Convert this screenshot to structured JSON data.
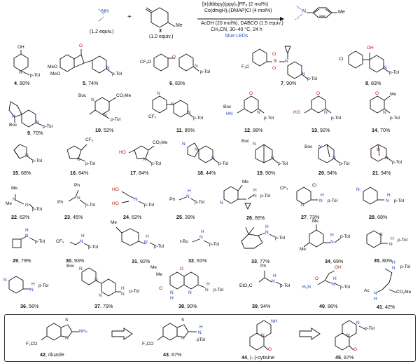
{
  "header": {
    "amine_equiv": "(1.2 equiv.)",
    "ketone_number": "3",
    "ketone_equiv": "(1.0 equiv.)",
    "plus": "+",
    "conditions_line1": "[Ir(dtbbpy)(ppy)₂]PF₆ (2 mol%)",
    "conditions_line2": "Co(dmgH)₂(DMAP)Cl (4 mol%)",
    "conditions_line3": "AcOH (20 mol%), DABCO (1.5 equiv.)",
    "conditions_line4": "CH₃CN, 30–40 °C, 24 h",
    "conditions_line5": "blue LEDs",
    "me_label": "Me",
    "nh_label": "NH",
    "n_label": "N"
  },
  "compounds": [
    {
      "num": "4",
      "yield": "80%",
      "frag": [
        "OH",
        "N",
        "p-Tol"
      ]
    },
    {
      "num": "5",
      "yield": "74%",
      "frag": [
        "O",
        "MeO",
        "MeO",
        "N",
        "p-Tol"
      ]
    },
    {
      "num": "6",
      "yield": "83%",
      "frag": [
        "CF₃O",
        "O",
        "N",
        "p-Tol"
      ]
    },
    {
      "num": "7",
      "yield": "90%",
      "frag": [
        "F₃C",
        "S",
        "O",
        "O",
        "N",
        "N",
        "p-Tol"
      ]
    },
    {
      "num": "8",
      "yield": "83%",
      "frag": [
        "Cl",
        "OH",
        "N",
        "p-Tol"
      ]
    },
    {
      "num": "9",
      "yield": "70%",
      "frag": [
        "N",
        "Boc",
        "N",
        "p-Tol"
      ]
    },
    {
      "num": "10",
      "yield": "52%",
      "frag": [
        "Boc",
        "N",
        "CO₂Me",
        "N",
        "p-Tol"
      ]
    },
    {
      "num": "11",
      "yield": "85%",
      "frag": [
        "N",
        "CF₃",
        "N",
        "N",
        "p-Tol"
      ]
    },
    {
      "num": "12",
      "yield": "88%",
      "frag": [
        "Boc",
        "HN",
        "O",
        "N",
        "p-Tol"
      ]
    },
    {
      "num": "13",
      "yield": "92%",
      "frag": [
        "HO",
        "O",
        "N",
        "p-Tol"
      ]
    },
    {
      "num": "14",
      "yield": "70%",
      "frag": [
        "O",
        "Me",
        "N",
        "p-Tol"
      ]
    },
    {
      "num": "15",
      "yield": "68%",
      "frag": [
        "N",
        "p-Tol"
      ]
    },
    {
      "num": "16",
      "yield": "84%",
      "frag": [
        "CF₃",
        "N",
        "p-Tol"
      ]
    },
    {
      "num": "17",
      "yield": "84%",
      "frag": [
        "HO",
        "CO₂Me",
        "N",
        "p-Tol"
      ]
    },
    {
      "num": "18",
      "yield": "44%",
      "frag": [
        "N",
        "N",
        "N",
        "p-Tol"
      ]
    },
    {
      "num": "19",
      "yield": "90%",
      "frag": [
        "Boc",
        "N",
        "N",
        "p-Tol"
      ]
    },
    {
      "num": "20",
      "yield": "94%",
      "frag": [
        "Boc",
        "N",
        "N",
        "p-Tol"
      ]
    },
    {
      "num": "21",
      "yield": "94%",
      "frag": [
        "O",
        "N",
        "p-Tol"
      ]
    },
    {
      "num": "22",
      "yield": "62%",
      "frag": [
        "Me",
        "Me",
        "N",
        "N",
        "p-Tol"
      ]
    },
    {
      "num": "23",
      "yield": "45%",
      "frag": [
        "Ph",
        "Ph",
        "N",
        "p-Tol"
      ]
    },
    {
      "num": "24",
      "yield": "62%",
      "frag": [
        "HO",
        "HO",
        "N",
        "p-Tol"
      ]
    },
    {
      "num": "25",
      "yield": "39%",
      "frag": [
        "Ph",
        "H",
        "N",
        "p-Tol"
      ]
    },
    {
      "num": "26",
      "yield": "86%",
      "frag": [
        "N",
        "Me",
        "H",
        "N",
        "p-Tol"
      ]
    },
    {
      "num": "27",
      "yield": "73%",
      "frag": [
        "CF₃",
        "Cl",
        "N",
        "H",
        "N",
        "p-Tol"
      ]
    },
    {
      "num": "28",
      "yield": "68%",
      "frag": [
        "N",
        "H",
        "N",
        "p-Tol"
      ]
    },
    {
      "num": "29",
      "yield": "79%",
      "frag": [
        "H",
        "N",
        "p-Tol"
      ]
    },
    {
      "num": "30",
      "yield": "93%",
      "frag": [
        "CF₃",
        "H",
        "N",
        "p-Tol"
      ]
    },
    {
      "num": "31",
      "yield": "92%",
      "frag": [
        "Me",
        "H",
        "N",
        "p-Tol"
      ]
    },
    {
      "num": "32",
      "yield": "91%",
      "frag": [
        "t-Bu",
        "H",
        "N",
        "p-Tol"
      ]
    },
    {
      "num": "33",
      "yield": "77%",
      "frag": [
        "H",
        "N",
        "p-Tol"
      ]
    },
    {
      "num": "34",
      "yield": "69%",
      "frag": [
        "Me",
        "Me",
        "H",
        "N",
        "p-Tol"
      ]
    },
    {
      "num": "35",
      "yield": "80%",
      "frag": [
        "N",
        "H",
        "N",
        "p-Tol"
      ]
    },
    {
      "num": "36",
      "yield": "56%",
      "frag": [
        "N",
        "H",
        "N",
        "p-Tol"
      ]
    },
    {
      "num": "37",
      "yield": "79%",
      "frag": [
        "Boc",
        "N",
        "N",
        "N",
        "H",
        "N",
        "p-Tol"
      ]
    },
    {
      "num": "38",
      "yield": "90%",
      "frag": [
        "Me",
        "Me",
        "O",
        "O",
        "N",
        "H",
        "N",
        "H",
        "N",
        "p-Tol"
      ]
    },
    {
      "num": "39",
      "yield": "94%",
      "frag": [
        "Ph",
        "EtO₂C",
        "H",
        "N",
        "p-Tol"
      ]
    },
    {
      "num": "40",
      "yield": "86%",
      "frag": [
        "OH",
        "O",
        "H₂N",
        "H",
        "N",
        "p-Tol"
      ]
    },
    {
      "num": "41",
      "yield": "42%",
      "frag": [
        "H",
        "N",
        "p-Tol",
        "Ac",
        "N",
        "H",
        "CO₂Me"
      ]
    }
  ],
  "bottom": {
    "riluzole": {
      "num": "42",
      "name": "riluzole",
      "frag": [
        "F₃CO",
        "S",
        "N",
        "NH₂"
      ]
    },
    "product43": {
      "num": "43",
      "yield": "67%",
      "frag": [
        "F₃CO",
        "S",
        "N",
        "H",
        "N",
        "pTol"
      ]
    },
    "cytisine": {
      "num": "44",
      "name": "(–)-cytisine",
      "frag": [
        "NH",
        "N",
        "O"
      ]
    },
    "product45": {
      "num": "45",
      "yield": "87%",
      "frag": [
        "N",
        "p-Tol",
        "N",
        "O"
      ]
    }
  }
}
